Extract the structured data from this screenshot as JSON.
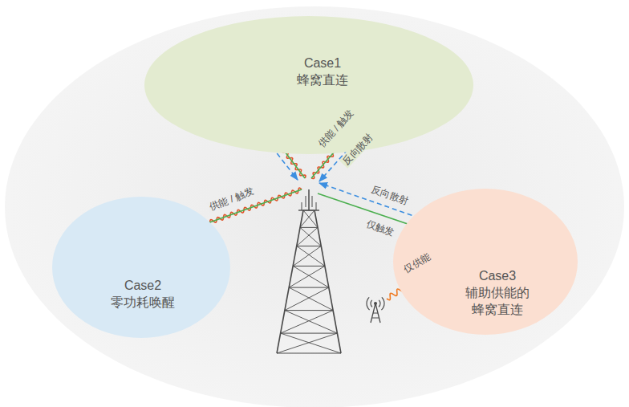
{
  "diagram": {
    "nodes": [
      {
        "text": [
          "Case1 蜂窝直连"
        ]
      },
      {
        "text": [
          "Case2 零功耗唤醒"
        ]
      },
      {
        "text": [
          "Case3 辅助供能的 蜂窝直连"
        ]
      }
    ],
    "labels": [
      "供能 / 触发",
      "反向散射",
      "供能 / 触发",
      "反向散射",
      "仅触发",
      "仅供能"
    ]
  }
}
